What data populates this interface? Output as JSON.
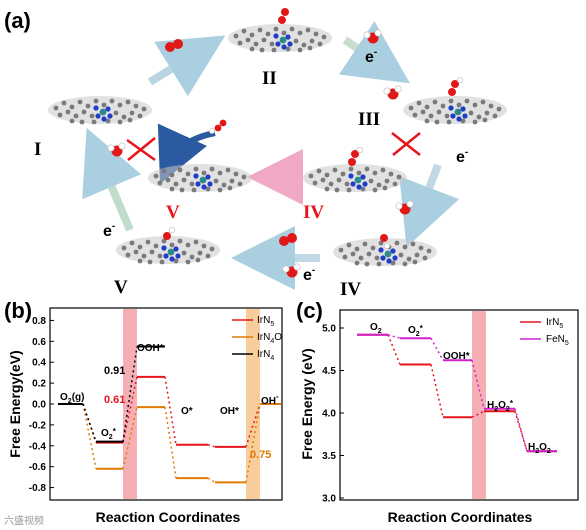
{
  "panel_a": {
    "label": "(a)",
    "stages": [
      "I",
      "II",
      "III",
      "IV",
      "V"
    ],
    "electron": "e",
    "electron_sup": "-",
    "colors": {
      "red_stage": "#e8141c",
      "arrow": "#b8d4e0",
      "pink_arrow": "#f0b0c8",
      "curve_arrow": "#2b5aa0"
    }
  },
  "chart_data": [
    {
      "panel": "(b)",
      "type": "line",
      "subtype": "step-energy-diagram",
      "xlabel": "Reaction Coordinates",
      "ylabel": "Free Energy(eV)",
      "ylim": [
        -0.9,
        0.9
      ],
      "yticks": [
        -0.8,
        -0.6,
        -0.4,
        -0.2,
        0.0,
        0.2,
        0.4,
        0.6,
        0.8
      ],
      "states": [
        "O2(g)",
        "O2*",
        "OOH*",
        "O*",
        "OH*",
        "OH-"
      ],
      "state_labels": {
        "o2g": "O",
        "o2g_sub": "2",
        "o2g_tail": "(g)",
        "o2s": "O",
        "o2s_sub": "2",
        "o2s_tail": "*",
        "ooh": "OOH*",
        "o": "O*",
        "oh": "OH*",
        "ohm": "OH",
        "ohm_sup": "-"
      },
      "series": [
        {
          "name": "IrN",
          "name_sub": "5",
          "color": "#e8141c",
          "values": [
            0.0,
            -0.37,
            0.26,
            -0.39,
            -0.41,
            0.0
          ]
        },
        {
          "name": "IrN",
          "name_sub": "4",
          "name_tail": "O",
          "color": "#e07b00",
          "values": [
            0.0,
            -0.62,
            -0.03,
            -0.71,
            -0.75,
            0.0
          ]
        },
        {
          "name": "IrN",
          "name_sub": "4",
          "color": "#000000",
          "values": [
            0.0,
            -0.36,
            0.55,
            null,
            null,
            null
          ]
        }
      ],
      "annotations": [
        {
          "text": "0.91",
          "color": "#000000"
        },
        {
          "text": "0.61",
          "color": "#e8141c"
        },
        {
          "text": "0.75",
          "color": "#e07b00"
        }
      ],
      "highlight_steps": [
        "O2*→OOH*",
        "OH*→OH-"
      ],
      "legend": "top-right"
    },
    {
      "panel": "(c)",
      "type": "line",
      "subtype": "step-energy-diagram",
      "xlabel": "Reaction Coordinates",
      "ylabel": "Free Energy (eV)",
      "ylim": [
        3.0,
        5.2
      ],
      "yticks": [
        3.0,
        3.5,
        4.0,
        4.5,
        5.0
      ],
      "states": [
        "O2",
        "O2*",
        "OOH*",
        "H2O2*",
        "H2O2"
      ],
      "state_labels": {
        "o2": "O",
        "o2_sub": "2",
        "o2s": "O",
        "o2s_sub": "2",
        "o2s_tail": "*",
        "ooh": "OOH*",
        "h2o2s_a": "H",
        "h2o2s_b": "2",
        "h2o2s_c": "O",
        "h2o2s_d": "2",
        "h2o2s_e": "*",
        "h2o2_a": "H",
        "h2o2_b": "2",
        "h2o2_c": "O",
        "h2o2_d": "2"
      },
      "series": [
        {
          "name": "IrN",
          "name_sub": "5",
          "color": "#e8141c",
          "values": [
            4.92,
            4.57,
            3.95,
            4.02,
            3.55
          ]
        },
        {
          "name": "FeN",
          "name_sub": "5",
          "color": "#d020d0",
          "values": [
            4.92,
            4.88,
            4.62,
            4.05,
            3.55
          ]
        }
      ],
      "highlight_steps": [
        "OOH*→H2O2*"
      ],
      "legend": "top-right"
    }
  ],
  "watermark": "六盛视频"
}
